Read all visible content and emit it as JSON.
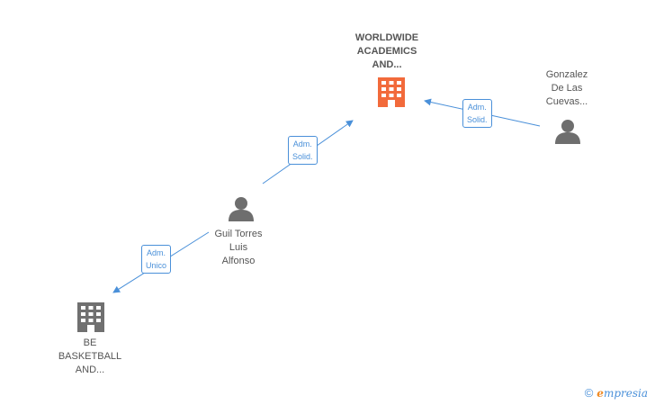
{
  "nodes": {
    "company_main": {
      "label": "WORLDWIDE\nACADEMICS\nAND...",
      "color": "#f26a3b"
    },
    "person_gonzalez": {
      "label": "Gonzalez\nDe Las\nCuevas..."
    },
    "person_guil": {
      "label": "Guil Torres\nLuis\nAlfonso"
    },
    "company_be": {
      "label": "BE\nBASKETBALL\nAND...",
      "color": "#707070"
    }
  },
  "edges": {
    "guil_to_main": "Adm.\nSolid.",
    "gonzalez_to_main": "Adm.\nSolid.",
    "guil_to_be": "Adm.\nUnico"
  },
  "colors": {
    "edge": "#4a90d9",
    "person_icon": "#6e6e6e"
  },
  "footer": {
    "copyright_symbol": "©",
    "brand_first": "e",
    "brand_rest": "mpresia"
  }
}
